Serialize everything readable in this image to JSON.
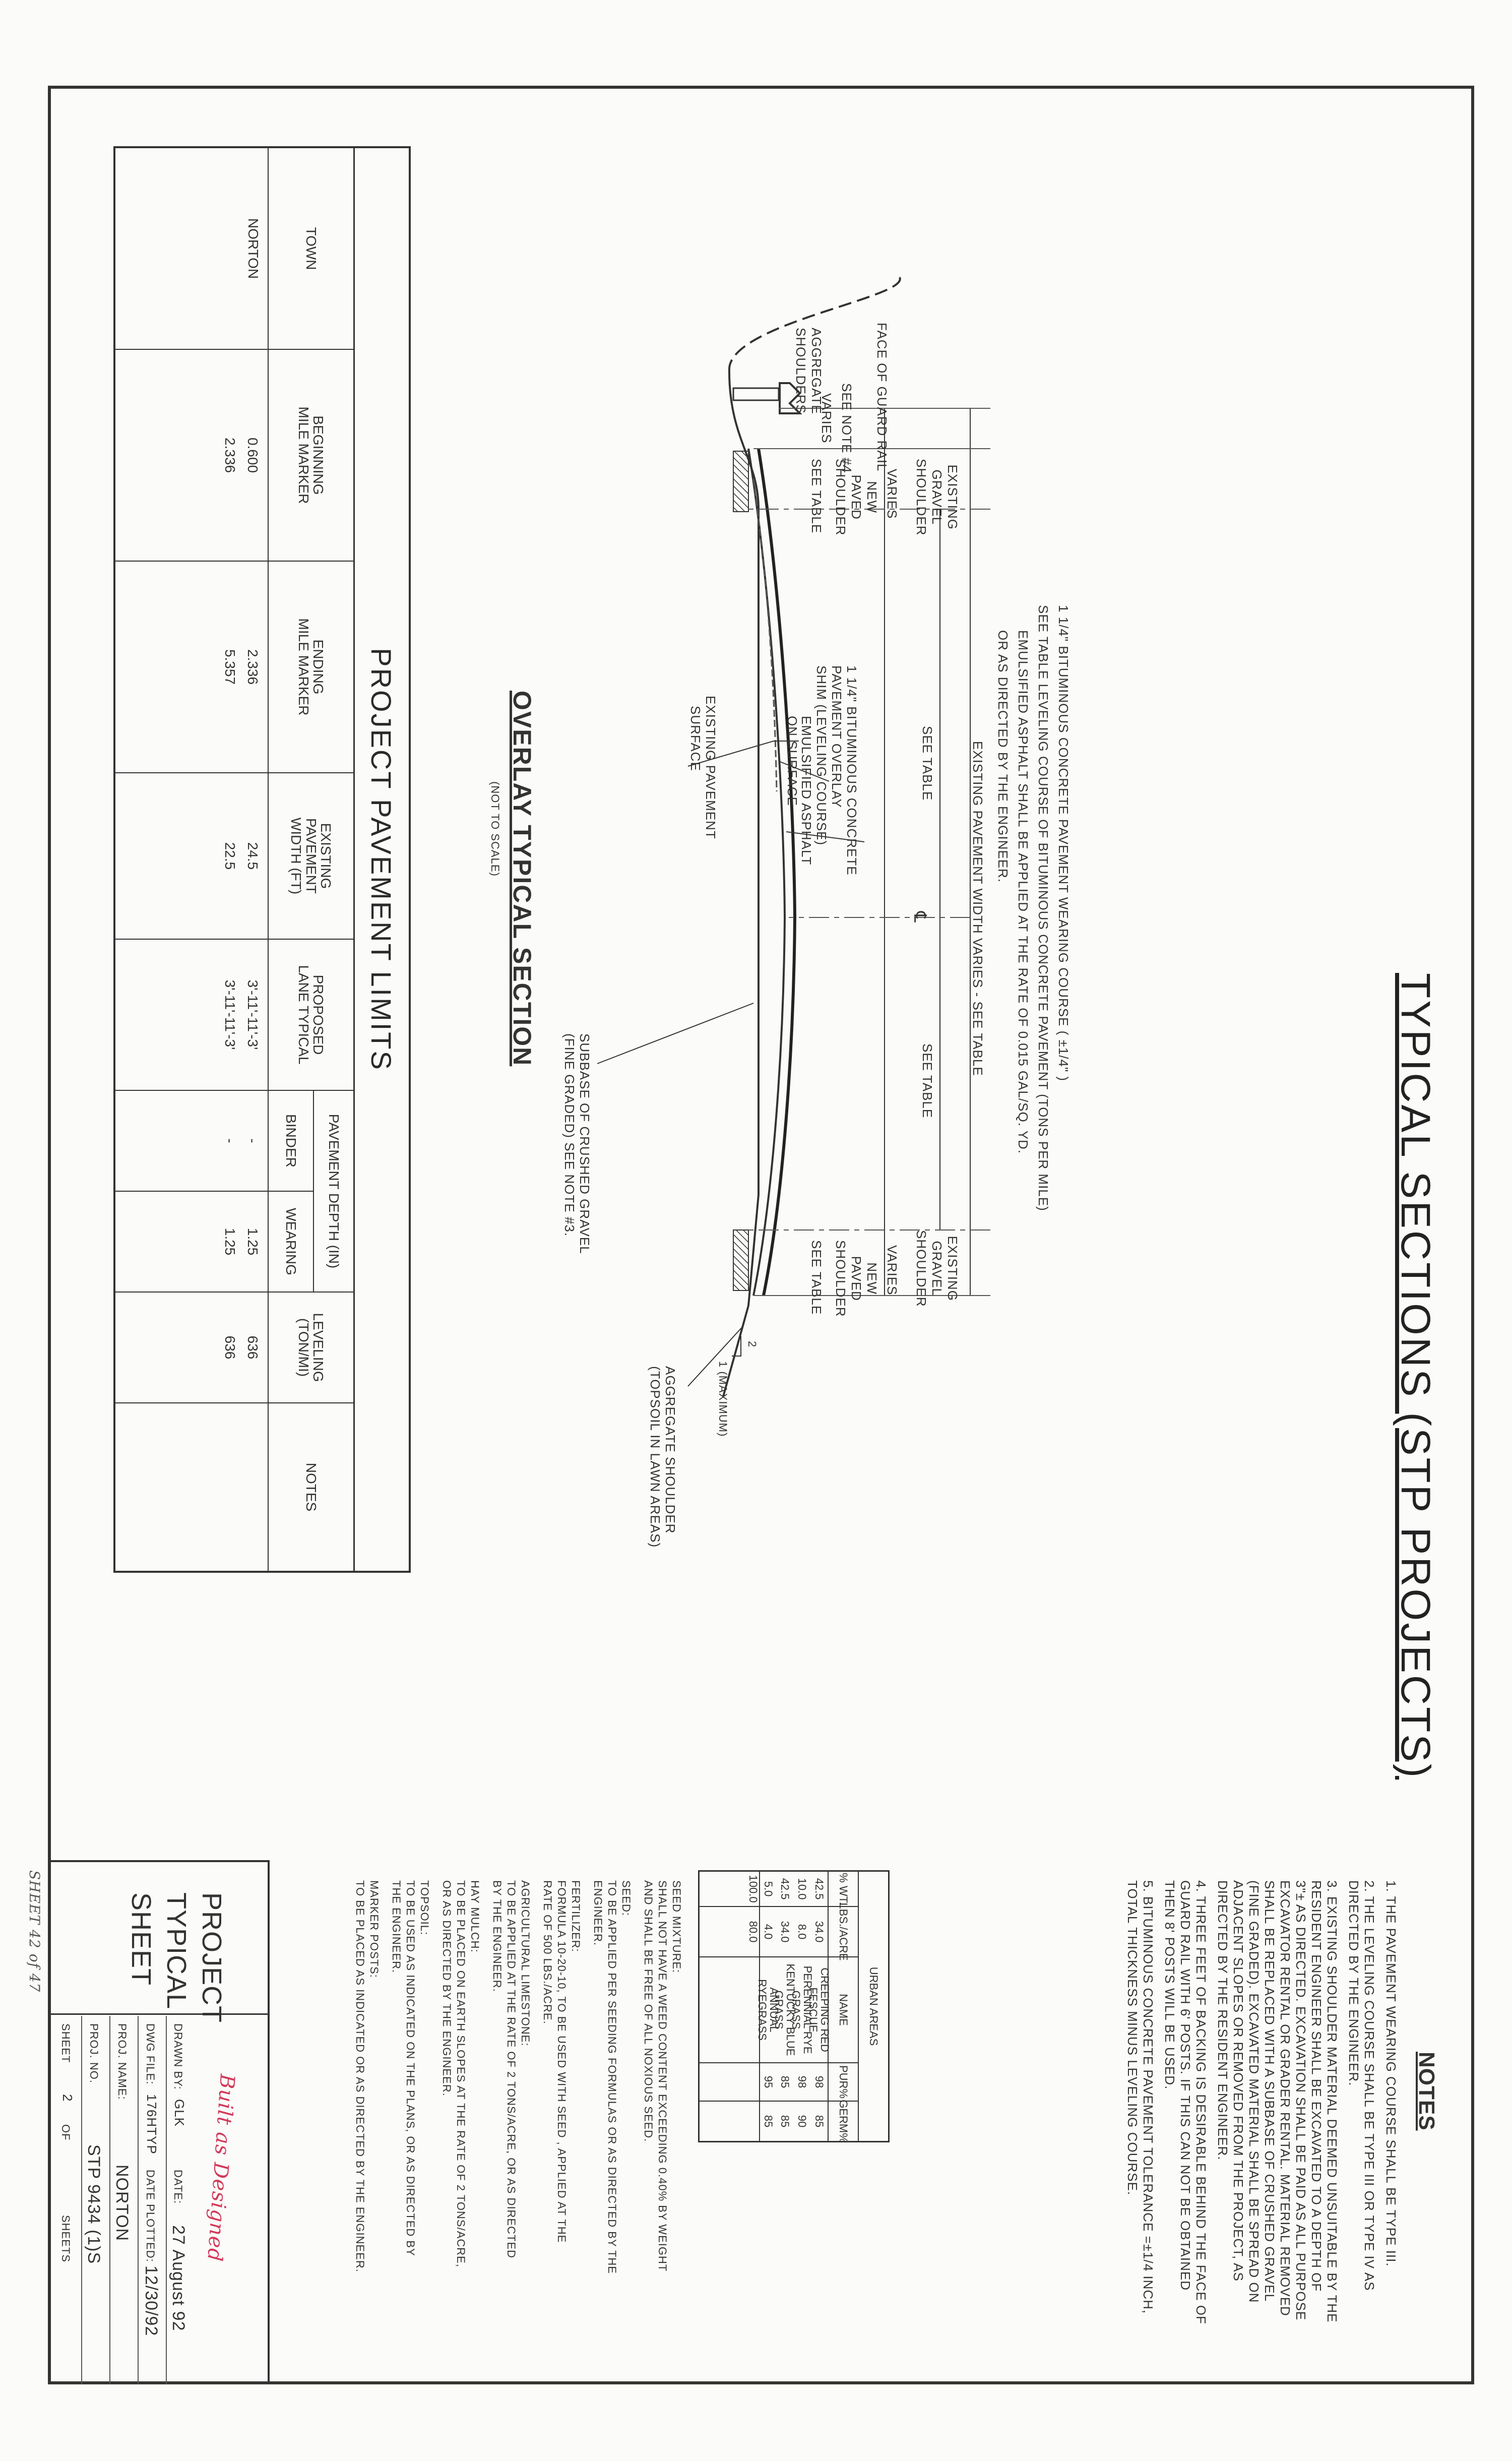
{
  "sheet_title": "TYPICAL SECTIONS  (STP PROJECTS)",
  "section": {
    "title": "OVERLAY TYPICAL SECTION",
    "scale_note": "(NOT TO SCALE)",
    "labels": {
      "face_of_guard_rail": "FACE OF GUARD RAIL",
      "aggregate_shoulders": "AGGREGATE\nSHOULDERS",
      "see_note_4": "SEE NOTE #4",
      "varies": "VARIES",
      "new_paved_shoulder": "NEW\nPAVED\nSHOULDER",
      "see_table": "SEE TABLE",
      "existing_gravel_shoulder": "EXISTING\nGRAVEL\nSHOULDER",
      "existing_pavement_width": "EXISTING PAVEMENT WIDTH VARIES - SEE TABLE",
      "centerline": "℄",
      "wearing_course_1": "1 1/4\" BITUMINOUS CONCRETE PAVEMENT WEARING COURSE  ( ±1/4\" )",
      "wearing_course_2": "SEE TABLE LEVELING COURSE OF BITUMINOUS CONCRETE PAVEMENT (TONS PER MILE)",
      "wearing_course_3": "EMULSIFIED ASPHALT SHALL BE APPLIED AT THE RATE OF 0.015 GAL/SQ. YD.",
      "wearing_course_4": "OR AS DIRECTED BY THE ENGINEER.",
      "overlay_1": "1 1/4\" BITUMINOUS CONCRETE",
      "overlay_2": "PAVEMENT OVERLAY",
      "shim": "SHIM (LEVELING COURSE)",
      "emulsified": "EMULSIFIED ASPHALT",
      "on_surface": "ON SURFACE",
      "existing_pavement_surface_1": "EXISTING PAVEMENT",
      "existing_pavement_surface_2": "SURFACE",
      "subbase_1": "SUBBASE OF CRUSHED GRAVEL",
      "subbase_2": "(FINE GRADED) SEE NOTE #3.",
      "aggregate_shoulder": "AGGREGATE SHOULDER",
      "topsoil": "(TOPSOIL IN LAWN AREAS)",
      "slope_2": "2",
      "slope_1": "1 (MAXIMUM)"
    }
  },
  "pavement_limits": {
    "title": "PROJECT PAVEMENT LIMITS",
    "headers": {
      "town": "TOWN",
      "beginning": "BEGINNING\nMILE MARKER",
      "ending": "ENDING\nMILE MARKER",
      "existing_width": "EXISTING\nPAVEMENT\nWIDTH (FT)",
      "proposed": "PROPOSED\nLANE TYPICAL",
      "depth": "PAVEMENT DEPTH (IN)",
      "binder": "BINDER",
      "wearing": "WEARING",
      "leveling": "LEVELING\n(TON/MI)",
      "notes": "NOTES"
    },
    "rows": [
      {
        "town": "NORTON",
        "begin": "0.600",
        "end": "2.336",
        "width": "24.5",
        "lane": "3'-11'-11'-3'",
        "binder": "-",
        "wearing": "1.25",
        "leveling": "636",
        "notes": ""
      },
      {
        "town": "",
        "begin": "2.336",
        "end": "5.357",
        "width": "22.5",
        "lane": "3'-11'-11'-3'",
        "binder": "-",
        "wearing": "1.25",
        "leveling": "636",
        "notes": ""
      }
    ]
  },
  "notes": {
    "title": "NOTES",
    "items": [
      "1.  THE PAVEMENT WEARING COURSE SHALL BE TYPE III.",
      "2.  THE LEVELING COURSE SHALL BE TYPE III OR TYPE IV AS",
      "     DIRECTED BY THE ENGINEER.",
      "3.  EXISTING SHOULDER MATERIAL DEEMED UNSUITABLE BY THE",
      "     RESIDENT ENGINEER SHALL BE EXCAVATED TO A DEPTH OF",
      "     3\"± AS DIRECTED. EXCAVATION SHALL BE PAID AS ALL PURPOSE",
      "     EXCAVATOR RENTAL OR GRADER RENTAL. MATERIAL REMOVED",
      "     SHALL BE REPLACED WITH A SUBBASE OF CRUSHED GRAVEL",
      "     (FINE GRADED). EXCAVATED MATERIAL SHALL BE SPREAD ON",
      "     ADJACENT SLOPES OR REMOVED FROM THE PROJECT, AS",
      "     DIRECTED BY THE RESIDENT ENGINEER.",
      "4.  THREE FEET OF BACKING IS DESIRABLE BEHIND THE FACE OF",
      "     GUARD RAIL WITH 6' POSTS. IF THIS CAN NOT BE OBTAINED",
      "     THEN 8' POSTS WILL BE USED.",
      "5.  BITUMINOUS CONCRETE PAVEMENT TOLERANCE =±1/4 INCH,",
      "     TOTAL THICKNESS MINUS LEVELING COURSE."
    ]
  },
  "seed_table": {
    "title": "URBAN AREAS",
    "headers": [
      "% WT.",
      "LBS./ACRE",
      "NAME",
      "PUR%",
      "GERM%"
    ],
    "rows": [
      [
        "42.5",
        "34.0",
        "CREEPING RED FESCUE",
        "98",
        "85"
      ],
      [
        "10.0",
        "8.0",
        "PERENNIAL RYE GRASS",
        "98",
        "90"
      ],
      [
        "42.5",
        "34.0",
        "KENTUCKY BLUE GRASS",
        "85",
        "85"
      ],
      [
        "5.0",
        "4.0",
        "ANNUAL RYEGRASS",
        "95",
        "85"
      ],
      [
        "100.0",
        "80.0",
        "",
        "",
        ""
      ]
    ]
  },
  "specs": [
    "SEED MIXTURE:",
    "SHALL NOT HAVE A WEED CONTENT EXCEEDING 0.40% BY WEIGHT",
    "AND SHALL BE FREE OF ALL NOXIOUS SEED.",
    "",
    "SEED:",
    "TO BE APPLIED PER SEEDING FORMULAS OR AS DIRECTED BY THE",
    "ENGINEER.",
    "",
    "FERTILIZER:",
    "FORMULA 10-20-10, TO BE USED WITH SEED , APPLIED AT THE",
    "RATE OF 500 LBS./ACRE.",
    "",
    "AGRICULTURAL LIMESTONE:",
    "TO BE APPLIED AT THE RATE OF 2 TONS/ACRE, OR AS DIRECTED",
    "BY THE ENGINEER.",
    "",
    "HAY MULCH:",
    "TO BE PLACED ON EARTH SLOPES AT THE RATE OF 2 TONS/ACRE,",
    "OR AS DIRECTED BY THE ENGINEER.",
    "",
    "TOPSOIL:",
    "TO BE USED AS INDICATED ON THE PLANS, OR AS DIRECTED BY",
    "THE ENGINEER.",
    "",
    "MARKER POSTS:",
    "TO BE PLACED AS INDICATED OR AS DIRECTED BY THE ENGINEER."
  ],
  "title_block": {
    "title_1": "PROJECT",
    "title_2": "TYPICAL",
    "title_3": "SHEET",
    "handwritten": "Built as Designed",
    "drawn_by_label": "DRAWN BY:",
    "drawn_by": "GLK",
    "date_label": "DATE:",
    "date": "27 August 92",
    "dwg_file_label": "DWG FILE:",
    "dwg_file": "176HTYP",
    "plotted_label": "DATE PLOTTED:",
    "plotted": "12/30/92",
    "proj_name_label": "PROJ. NAME:",
    "proj_name": "NORTON",
    "proj_no_label": "PROJ. NO.",
    "proj_no": "STP 9434 (1)S",
    "sheet_label": "SHEET",
    "sheet": "2",
    "of_label": "OF",
    "sheets_label": "SHEETS",
    "sheet_of_handwritten": "SHEET  42 of 47"
  }
}
